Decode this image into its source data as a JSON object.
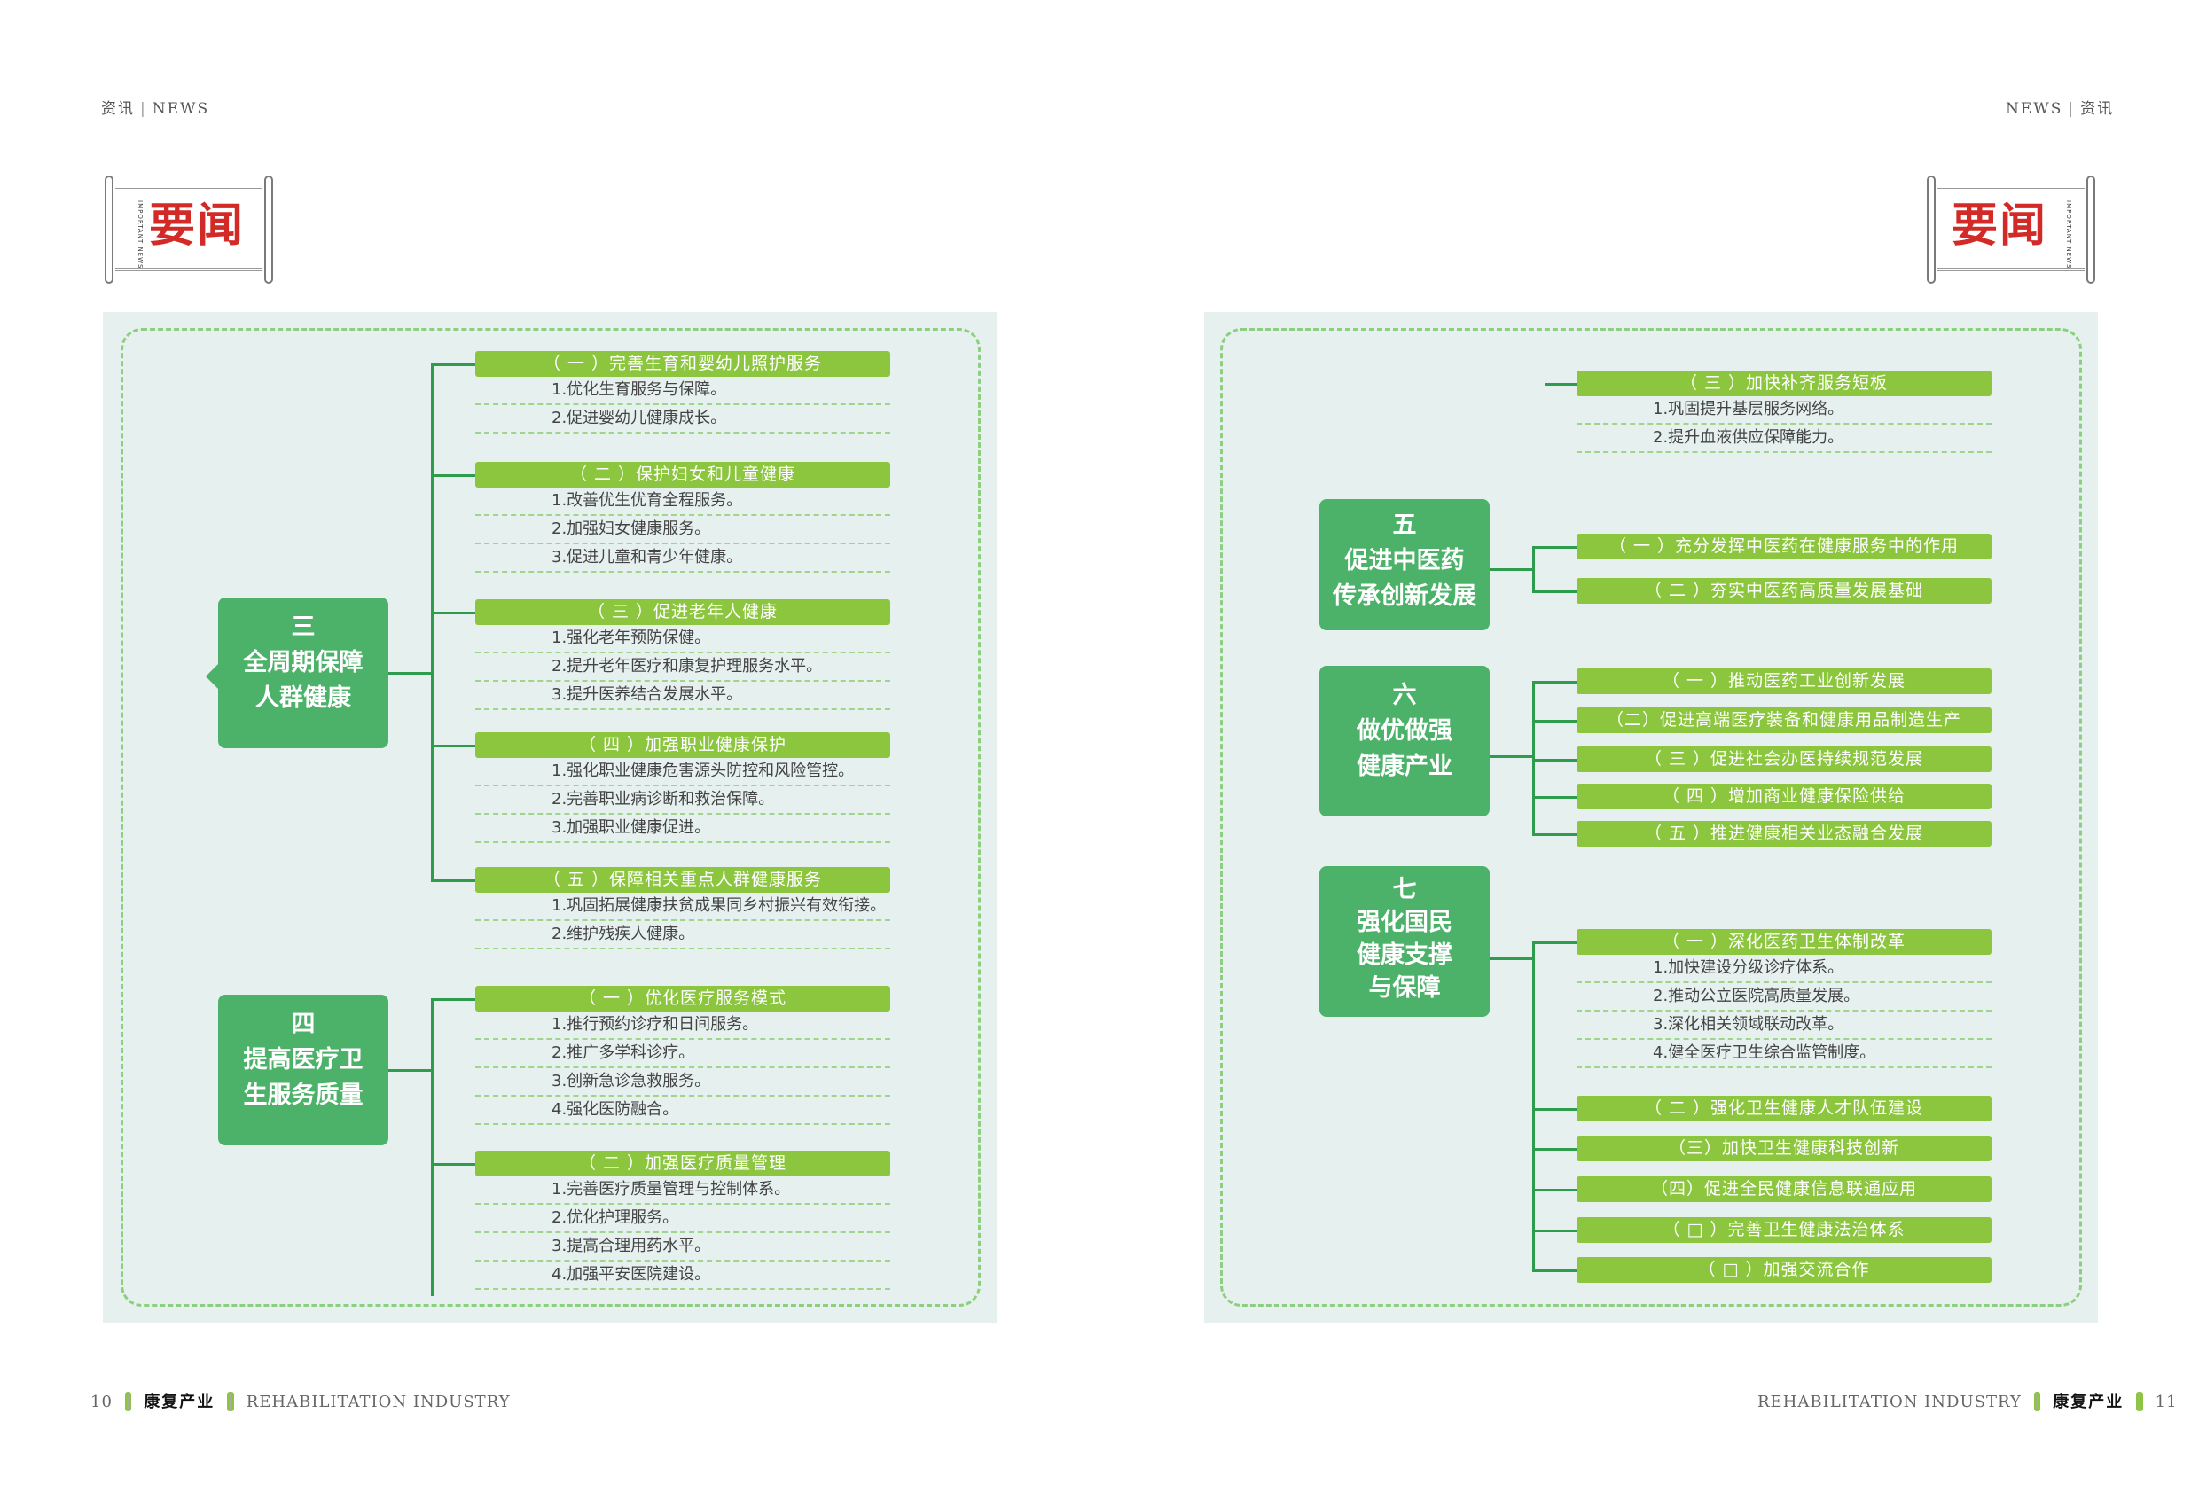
{
  "header": {
    "left": {
      "zh": "资讯",
      "en": "NEWS"
    },
    "right": {
      "zh": "资讯",
      "en": "NEWS"
    }
  },
  "badge": {
    "title": "要闻",
    "subtitle": "IMPORTANT NEWS"
  },
  "footer": {
    "left_page": "10",
    "right_page": "11",
    "magazine": "康复产业",
    "magazine_en": "REHABILITATION INDUSTRY"
  },
  "colors": {
    "category_green": "#4cb26a",
    "bar_green": "#8cc63f",
    "panel_bg": "#e6f1ef",
    "line_green": "#2e9c4c"
  },
  "left": {
    "cat3": {
      "num": "三",
      "line1": "全周期保障",
      "line2": "人群健康"
    },
    "cat4": {
      "num": "四",
      "line1": "提高医疗卫",
      "line2": "生服务质量"
    },
    "groups": [
      {
        "title": "（ 一 ）完善生育和婴幼儿照护服务",
        "items": [
          "1.优化生育服务与保障。",
          "2.促进婴幼儿健康成长。"
        ]
      },
      {
        "title": "（ 二 ）保护妇女和儿童健康",
        "items": [
          "1.改善优生优育全程服务。",
          "2.加强妇女健康服务。",
          "3.促进儿童和青少年健康。"
        ]
      },
      {
        "title": "（ 三 ）促进老年人健康",
        "items": [
          "1.强化老年预防保健。",
          "2.提升老年医疗和康复护理服务水平。",
          "3.提升医养结合发展水平。"
        ]
      },
      {
        "title": "（ 四 ）加强职业健康保护",
        "items": [
          "1.强化职业健康危害源头防控和风险管控。",
          "2.完善职业病诊断和救治保障。",
          "3.加强职业健康促进。"
        ]
      },
      {
        "title": "（ 五 ）保障相关重点人群健康服务",
        "items": [
          "1.巩固拓展健康扶贫成果同乡村振兴有效衔接。",
          "2.维护残疾人健康。"
        ]
      },
      {
        "title": "（ 一 ）优化医疗服务模式",
        "items": [
          "1.推行预约诊疗和日间服务。",
          "2.推广多学科诊疗。",
          "3.创新急诊急救服务。",
          "4.强化医防融合。"
        ]
      },
      {
        "title": "（ 二 ）加强医疗质量管理",
        "items": [
          "1.完善医疗质量管理与控制体系。",
          "2.优化护理服务。",
          "3.提高合理用药水平。",
          "4.加强平安医院建设。"
        ]
      }
    ]
  },
  "right": {
    "top_group": {
      "title": "（ 三 ）加快补齐服务短板",
      "items": [
        "1.巩固提升基层服务网络。",
        "2.提升血液供应保障能力。"
      ]
    },
    "cat5": {
      "num": "五",
      "line1": "促进中医药",
      "line2": "传承创新发展"
    },
    "cat5_bars": [
      "（ 一 ）充分发挥中医药在健康服务中的作用",
      "（ 二 ）夯实中医药高质量发展基础"
    ],
    "cat6": {
      "num": "六",
      "line1": "做优做强",
      "line2": "健康产业"
    },
    "cat6_bars": [
      "（ 一 ）推动医药工业创新发展",
      "（二）促进高端医疗装备和健康用品制造生产",
      "（ 三 ）促进社会办医持续规范发展",
      "（ 四 ）增加商业健康保险供给",
      "（ 五 ）推进健康相关业态融合发展"
    ],
    "cat7": {
      "num": "七",
      "line1": "强化国民",
      "line2": "健康支撑",
      "line3": "与保障"
    },
    "cat7_group": {
      "title": "（ 一 ）深化医药卫生体制改革",
      "items": [
        "1.加快建设分级诊疗体系。",
        "2.推动公立医院高质量发展。",
        "3.深化相关领域联动改革。",
        "4.健全医疗卫生综合监管制度。"
      ]
    },
    "cat7_bars": [
      "（ 二 ）强化卫生健康人才队伍建设",
      "（三）加快卫生健康科技创新",
      "（四）促进全民健康信息联通应用",
      "（ □ ）完善卫生健康法治体系",
      "（ □ ）加强交流合作"
    ]
  }
}
